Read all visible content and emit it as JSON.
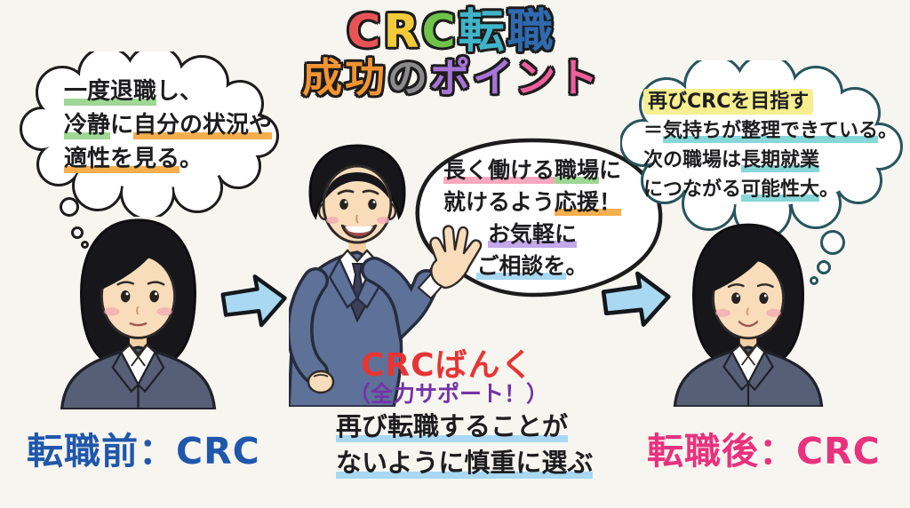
{
  "title": {
    "line1": [
      {
        "ch": "C",
        "color": "#e85456"
      },
      {
        "ch": "R",
        "color": "#f3cb3a"
      },
      {
        "ch": "C",
        "color": "#6fc24a"
      },
      {
        "ch": "転",
        "color": "#3fb4c8"
      },
      {
        "ch": "職",
        "color": "#2e6ab0"
      }
    ],
    "line2": [
      {
        "ch": "成",
        "color": "#f29433"
      },
      {
        "ch": "功",
        "color": "#f29433"
      },
      {
        "ch": "の",
        "color": "#8b8b8b"
      },
      {
        "ch": "ポ",
        "color": "#a873d6"
      },
      {
        "ch": "イ",
        "color": "#a873d6"
      },
      {
        "ch": "ン",
        "color": "#ef5f9b"
      },
      {
        "ch": "ト",
        "color": "#ef5f9b"
      }
    ]
  },
  "bubbles": {
    "before_thought": {
      "lines": [
        [
          {
            "t": "一度退職",
            "hl": "green"
          },
          {
            "t": "し、",
            "hl": ""
          }
        ],
        [
          {
            "t": "冷静",
            "hl": "green"
          },
          {
            "t": "に",
            "hl": ""
          },
          {
            "t": "自分の状況や",
            "hl": "orange"
          }
        ],
        [
          {
            "t": "適性を見る",
            "hl": "orange"
          },
          {
            "t": "。",
            "hl": ""
          }
        ]
      ]
    },
    "agent_speech": {
      "lines": [
        [
          {
            "t": "長く働ける",
            "hl": "pink"
          },
          {
            "t": "職場",
            "hl": "green"
          },
          {
            "t": "に",
            "hl": ""
          }
        ],
        [
          {
            "t": "就けるよう",
            "hl": ""
          },
          {
            "t": "応援！",
            "hl": "orange"
          }
        ],
        [
          {
            "t": "お気軽に",
            "hl": "purple"
          }
        ],
        [
          {
            "t": "ご相談を",
            "hl": "blue"
          },
          {
            "t": "。",
            "hl": ""
          }
        ]
      ]
    },
    "after_thought": {
      "lines": [
        [
          {
            "t": "再びCRCを目指す",
            "hl": "yellow"
          }
        ],
        [
          {
            "t": "＝",
            "hl": ""
          },
          {
            "t": "気持ちが整理できている",
            "hl": "cyan"
          },
          {
            "t": "。",
            "hl": ""
          }
        ],
        [
          {
            "t": "次の職場は",
            "hl": ""
          },
          {
            "t": "長期就業",
            "hl": "cyan"
          }
        ],
        [
          {
            "t": "につながる",
            "hl": ""
          },
          {
            "t": "可能性大",
            "hl": "cyan"
          },
          {
            "t": "。",
            "hl": ""
          }
        ]
      ]
    }
  },
  "notes": {
    "agent_bottom": {
      "lines": [
        [
          {
            "t": "再び転職することが",
            "hl": "blue"
          }
        ],
        [
          {
            "t": "ないように慎重に選ぶ",
            "hl": "blue"
          }
        ]
      ]
    }
  },
  "labels": {
    "before": {
      "text": "転職前：CRC",
      "color": "#1f57ab"
    },
    "after": {
      "text": "転職後：CRC",
      "color": "#e8327e"
    },
    "agent_name": {
      "text": "CRCばんく",
      "color": "#e63535"
    },
    "agent_sub": {
      "text": "（全力サポート！）",
      "color": "#7632a8"
    }
  },
  "icons": {
    "flow_arrow": "arrow-right",
    "before_bubble": "thought-cloud",
    "after_bubble": "thought-cloud",
    "agent_bubble": "speech-balloon"
  },
  "colors": {
    "background": "#f7f5f0",
    "arrow_fill": "#a9d9f2",
    "cloud_outline_before": "#1c1c1c",
    "cloud_outline_after": "#27555e",
    "highlights": {
      "green": "#9fd795",
      "orange": "#f5af4e",
      "pink": "#f7a8bf",
      "purple": "#c3a8ea",
      "blue": "#a8d8f2",
      "cyan": "#87d7d9",
      "yellow": "#f7ee8f"
    }
  }
}
